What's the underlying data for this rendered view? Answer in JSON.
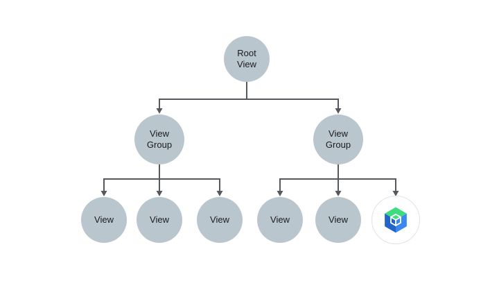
{
  "diagram": {
    "root": {
      "label": "Root\nView"
    },
    "groups": [
      {
        "label": "View\nGroup"
      },
      {
        "label": "View\nGroup"
      }
    ],
    "leaves": [
      {
        "label": "View"
      },
      {
        "label": "View"
      },
      {
        "label": "View"
      },
      {
        "label": "View"
      },
      {
        "label": "View"
      }
    ],
    "compose_node": {
      "icon": "jetpack-compose-logo"
    },
    "colors": {
      "node_fill": "#bac6cd",
      "connector": "#55595e",
      "background": "#ffffff",
      "compose_green": "#3ddc7e",
      "compose_blue_right": "#3c87f0",
      "compose_blue_left": "#2364c8"
    }
  }
}
